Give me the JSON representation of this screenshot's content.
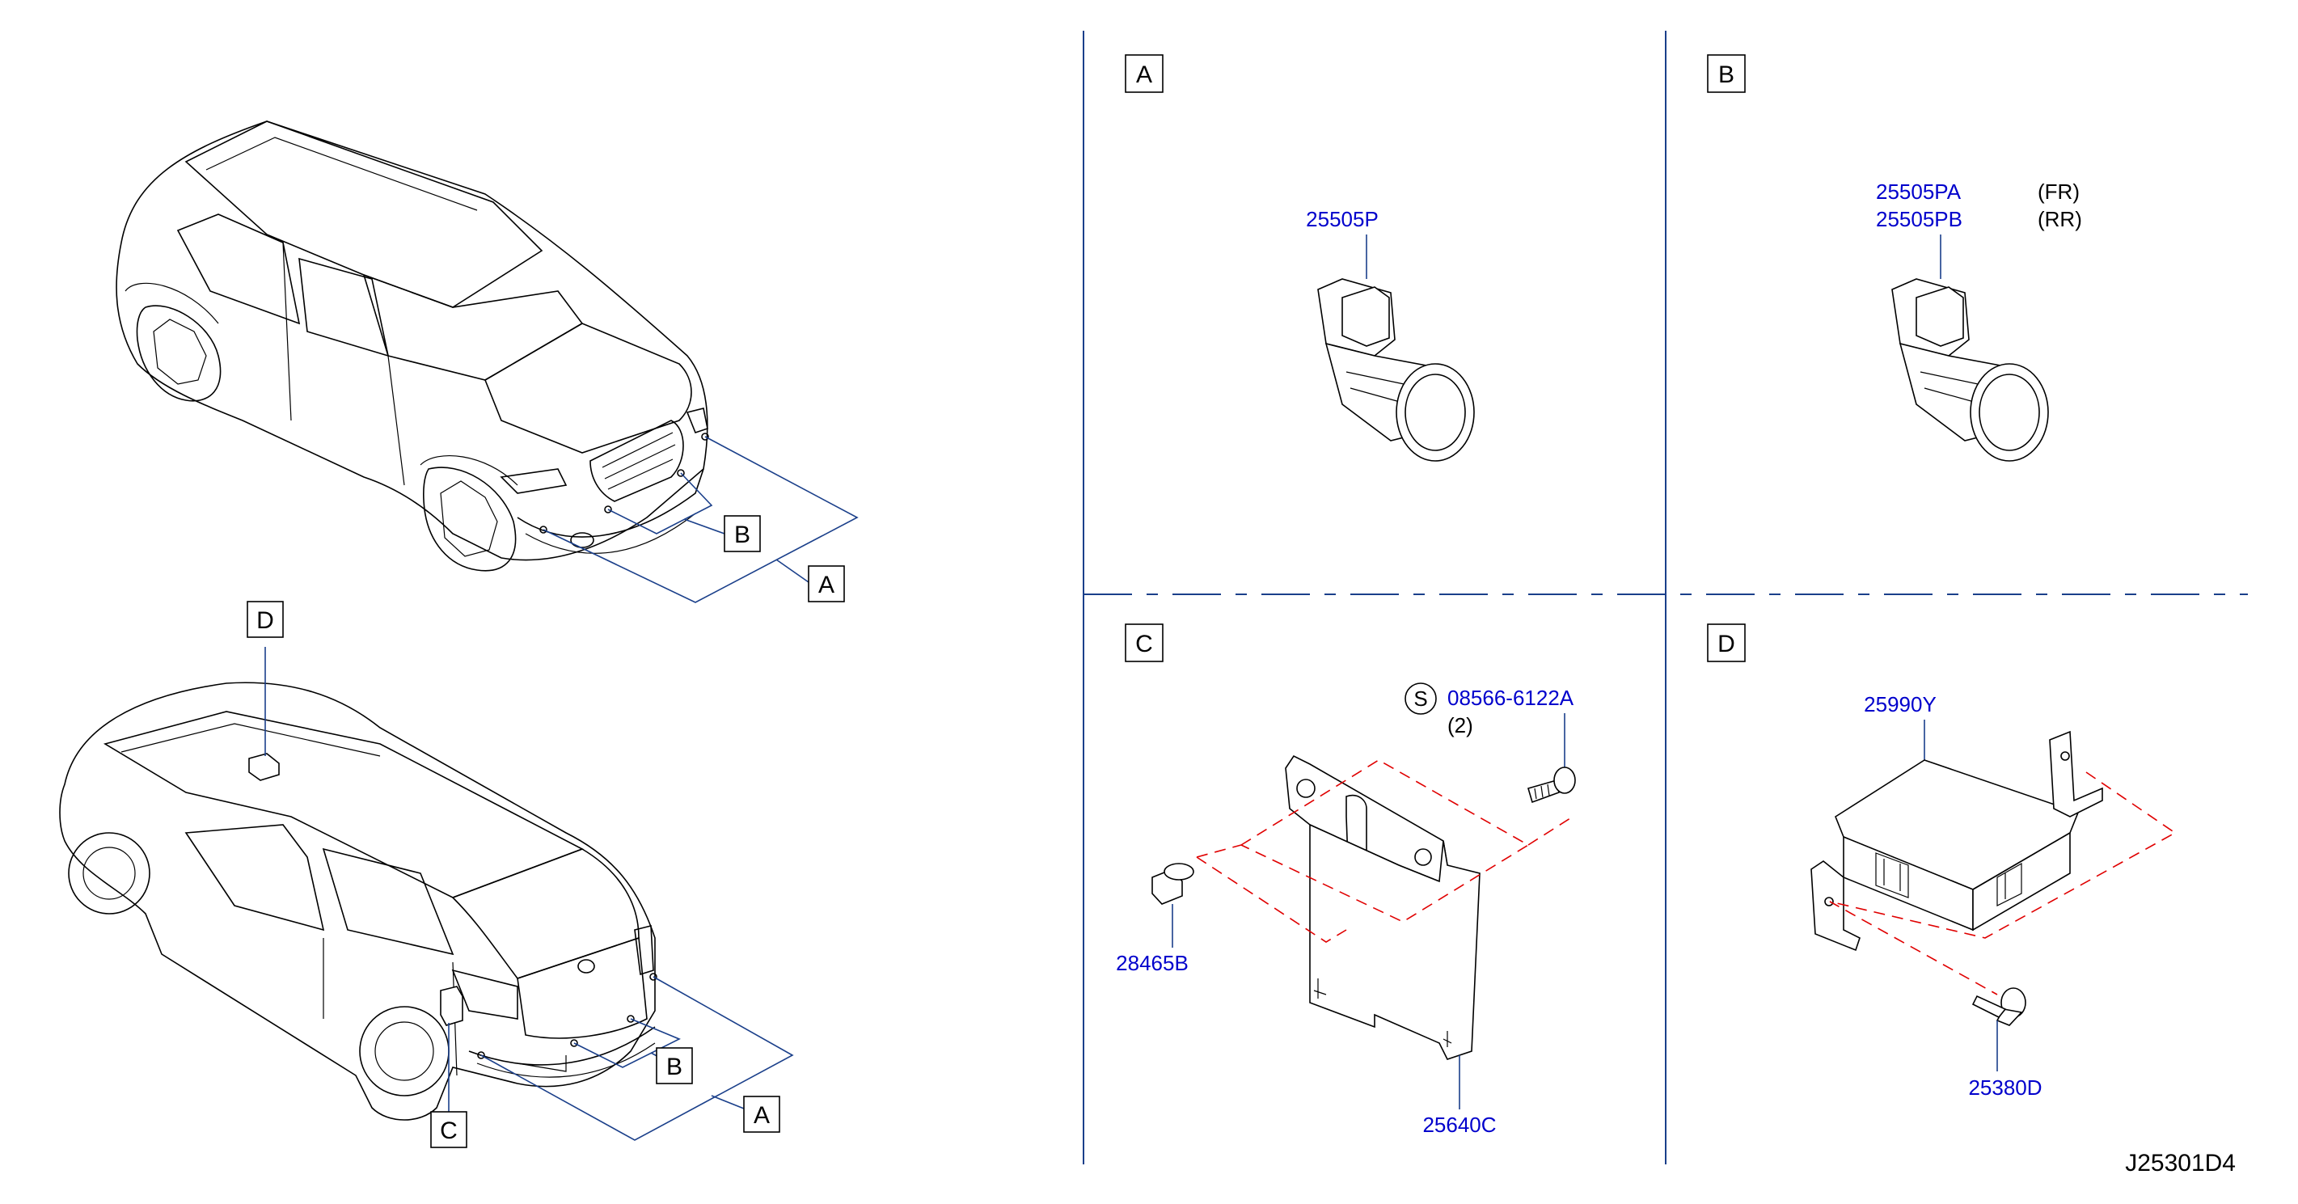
{
  "panels": {
    "A": {
      "box": "A",
      "part": "25505P"
    },
    "B": {
      "box": "B",
      "part_fr": "25505PA",
      "part_rr": "25505PB",
      "note_fr": "(FR)",
      "note_rr": "(RR)"
    },
    "C": {
      "box": "C",
      "screw_symbol": "S",
      "screw_part": "08566-6122A",
      "screw_qty": "(2)",
      "clip_part": "28465B",
      "bracket_part": "25640C"
    },
    "D": {
      "box": "D",
      "unit_part": "25990Y",
      "bolt_part": "25380D"
    }
  },
  "overview": {
    "front": {
      "callout_b": "B",
      "callout_a": "A"
    },
    "rear": {
      "callout_d": "D",
      "callout_b": "B",
      "callout_a": "A",
      "callout_c": "C"
    }
  },
  "diagram_code": "J25301D4",
  "colors": {
    "label": "#0000cc",
    "leader": "#1a3f8a",
    "dash": "#e00000"
  }
}
